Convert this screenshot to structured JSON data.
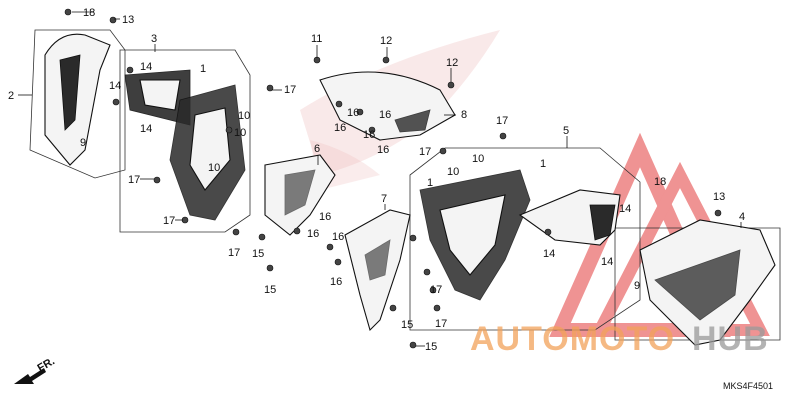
{
  "diagram": {
    "part_labels": {
      "p2": "2",
      "p3": "3",
      "p4": "4",
      "p5": "5",
      "p6": "6",
      "p7": "7",
      "p8": "8",
      "p9a": "9",
      "p9b": "9",
      "p10a": "10",
      "p10b": "10",
      "p10c": "10",
      "p10d": "10",
      "p10e": "10",
      "p11": "11",
      "p12a": "12",
      "p12b": "12",
      "p13a": "13",
      "p13b": "13",
      "p14a": "14",
      "p14b": "14",
      "p14c": "14",
      "p14d": "14",
      "p14e": "14",
      "p14f": "14",
      "p15a": "15",
      "p15b": "15",
      "p15c": "15",
      "p15d": "15",
      "p16a": "16",
      "p16b": "16",
      "p16c": "16",
      "p16d": "16",
      "p16e": "16",
      "p16f": "16",
      "p16g": "16",
      "p16h": "16",
      "p17a": "17",
      "p17b": "17",
      "p17c": "17",
      "p17d": "17",
      "p17e": "17",
      "p17f": "17",
      "p17g": "17",
      "p17h": "17",
      "p18a": "18",
      "p18b": "18",
      "p1a": "1",
      "p1b": "1",
      "p1c": "1"
    },
    "front_label": "FR.",
    "diagram_code": "MKS4F4501"
  },
  "watermark": {
    "text_part1": "AUTOMOTO",
    "text_part2": "HUB",
    "color_part1": "#f2a25a",
    "color_part2": "#9a9a9a",
    "logo_color": "#e33b3b"
  }
}
